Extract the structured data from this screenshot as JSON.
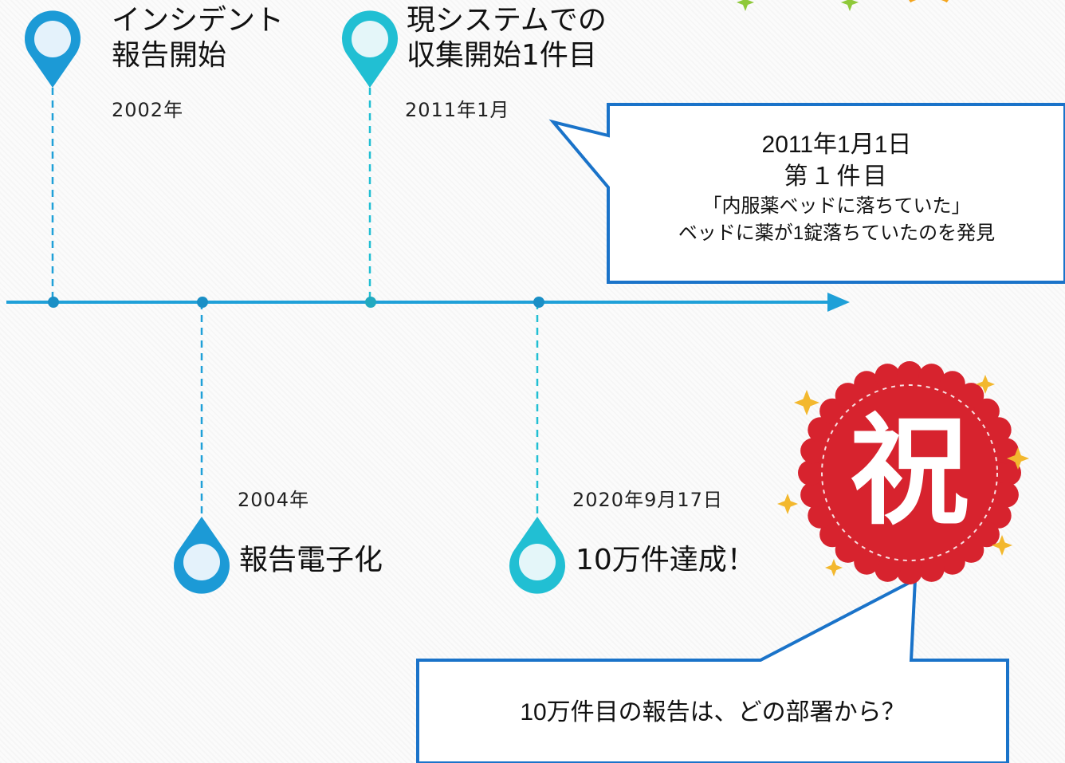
{
  "timeline": {
    "events": [
      {
        "title_line1": "インシデント",
        "title_line2": "報告開始",
        "date": "2002年"
      },
      {
        "title": "報告電子化",
        "date": "2004年"
      },
      {
        "title_line1": "現システムでの",
        "title_line2": "収集開始1件目",
        "date": "2011年1月"
      },
      {
        "title": "10万件達成！",
        "date": "2020年9月17日"
      }
    ]
  },
  "callout_first": {
    "line1": "2011年1月1日",
    "line2": "第１件目",
    "line3": "「内服薬ベッドに落ちていた」",
    "line4": "ベッドに薬が1錠落ちていたのを発見"
  },
  "badge": {
    "text": "祝"
  },
  "callout_question": {
    "text": "10万件目の報告は、どの部署から？"
  },
  "colors": {
    "timeline": "#1fa0d8",
    "pin_blue": "#1c9ad6",
    "pin_teal": "#21bfd3",
    "badge_red": "#d7232e",
    "star": "#f3b82e",
    "callout_border": "#1a73c9"
  }
}
